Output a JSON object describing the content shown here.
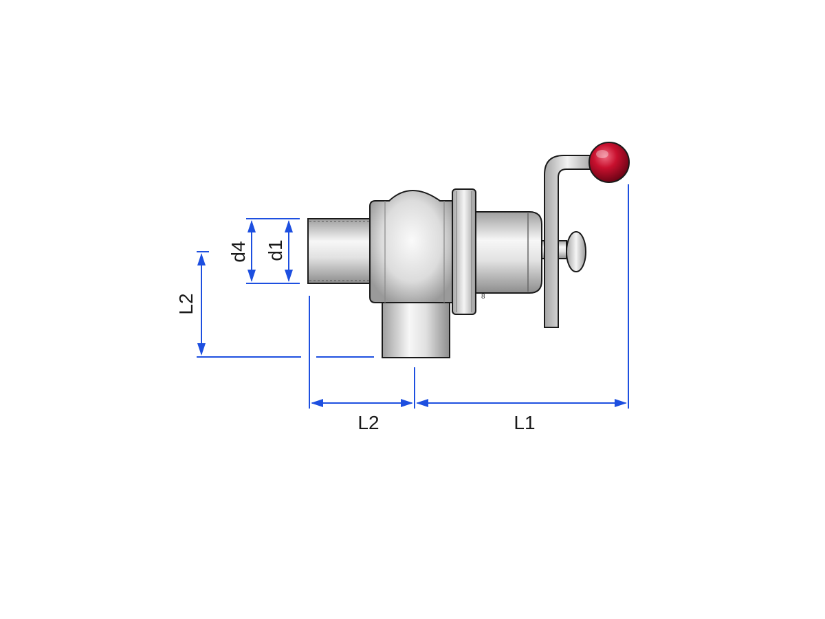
{
  "diagram": {
    "dimensions": {
      "d4": "d4",
      "d1": "d1",
      "L2_vertical": "L2",
      "L2_horizontal": "L2",
      "L1": "L1"
    },
    "colors": {
      "dimension_lines": "#1d4fe0",
      "outline": "#1a1a1a",
      "knob": "#c8102e",
      "metal_light": "#f4f4f4",
      "metal_dark": "#9a9a9a"
    },
    "icons": {
      "handle_knob": "red-ball-knob-icon"
    }
  }
}
